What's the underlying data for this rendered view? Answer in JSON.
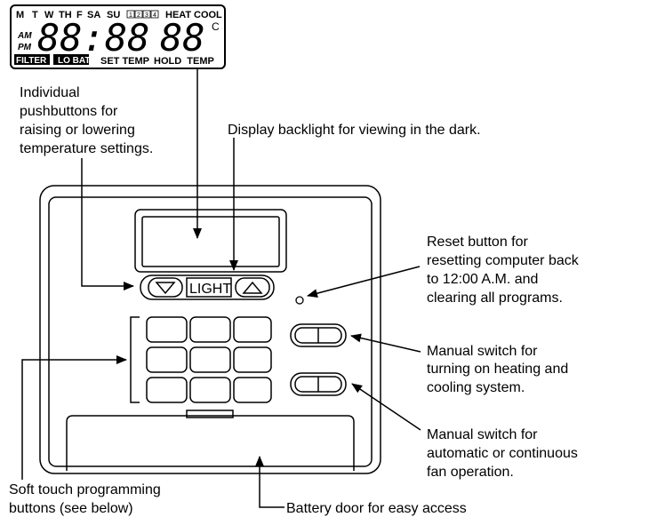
{
  "lcd": {
    "days": [
      "M",
      "T",
      "W",
      "TH",
      "F",
      "SA",
      "SU"
    ],
    "periods": [
      "1",
      "2",
      "3",
      "4"
    ],
    "heat": "HEAT",
    "cool": "COOL",
    "am": "AM",
    "pm": "PM",
    "time": "88:88",
    "temp": "88",
    "unit": "C",
    "filter": "FILTER",
    "lo_bat": "LO BAT",
    "set_temp": "SET TEMP",
    "hold_temp": "HOLD  TEMP"
  },
  "device": {
    "light_label": "LIGHT"
  },
  "callouts": {
    "pushbuttons": [
      "Individual",
      "pushbuttons for",
      "raising or lowering",
      "temperature settings."
    ],
    "backlight": [
      "Display backlight for viewing in the dark."
    ],
    "reset": [
      "Reset button for",
      "resetting computer back",
      "to 12:00 A.M. and",
      "clearing all programs."
    ],
    "switch_heat_cool": [
      "Manual switch for",
      "turning on heating and",
      "cooling system."
    ],
    "switch_fan": [
      "Manual switch for",
      "automatic or continuous",
      "fan operation."
    ],
    "soft_touch": [
      "Soft touch programming",
      "buttons (see below)"
    ],
    "battery": [
      "Battery door for easy access"
    ]
  }
}
